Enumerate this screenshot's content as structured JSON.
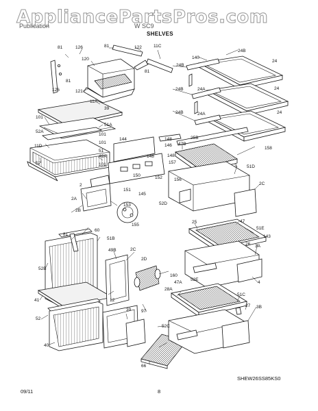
{
  "watermark": "AppliancePartsPros.com",
  "header": {
    "left": "Publication",
    "mid": "W  SC9",
    "section_title": "SHELVES"
  },
  "labels": [
    "81",
    "126",
    "81",
    "122",
    "11C",
    "120",
    "81",
    "126",
    "81",
    "121",
    "11A",
    "39",
    "101",
    "51A",
    "52A",
    "101",
    "11D",
    "51",
    "101",
    "49A",
    "52",
    "101",
    "140",
    "24B",
    "24B",
    "24",
    "24B",
    "24A",
    "24",
    "24B",
    "24A",
    "24",
    "25B",
    "47B",
    "158",
    "144",
    "148",
    "146",
    "148",
    "157",
    "148",
    "150",
    "152",
    "156",
    "3",
    "51D",
    "2",
    "2C",
    "2A",
    "151",
    "145",
    "52D",
    "153",
    "2B",
    "155",
    "60",
    "81",
    "51B",
    "49B",
    "52B",
    "2C",
    "2D",
    "25",
    "47",
    "51E",
    "143",
    "26",
    "3A",
    "160",
    "4",
    "41",
    "12",
    "39",
    "97",
    "28A",
    "47A",
    "52E",
    "51C",
    "27",
    "3B",
    "52",
    "52C",
    "40",
    "66"
  ],
  "model_code": "SHEW26SS85KS0",
  "footer": {
    "date": "09/11",
    "page": "8"
  }
}
